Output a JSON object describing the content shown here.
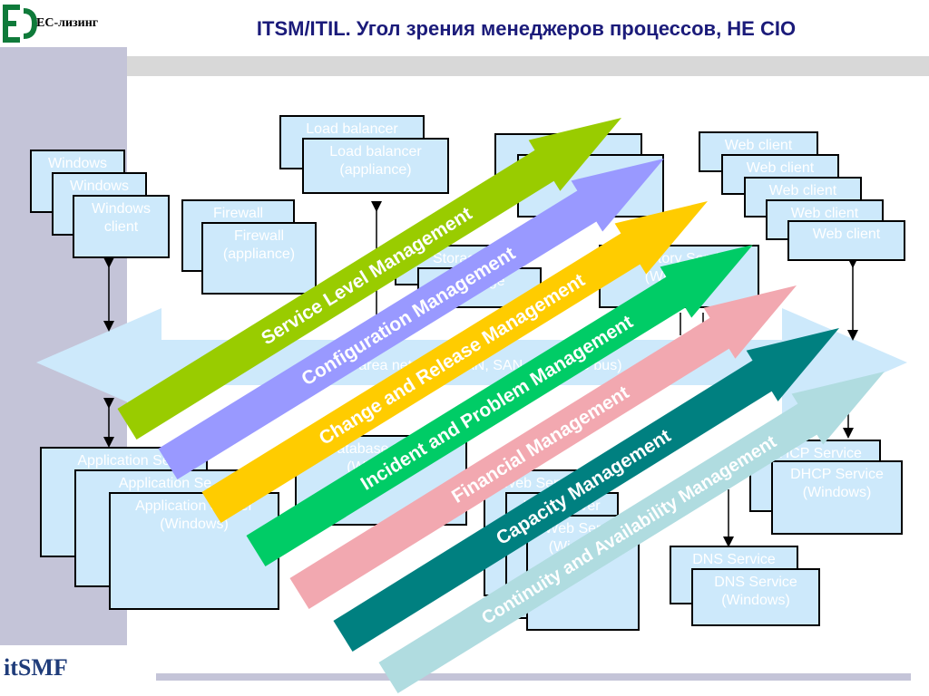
{
  "header": {
    "logo_text": "ЕС-лизинг",
    "title": "ITSM/ITIL. Угол зрения менеджеров процессов, НЕ CIO"
  },
  "footer": {
    "itsmf_logo": "itSMF"
  },
  "colors": {
    "node_fill": "#cde9fb",
    "network_band": "#cde9fb",
    "title_color": "#1b1b7a",
    "sidebar": "#c4c4d8",
    "logo_green": "#0f7a3a"
  },
  "network": {
    "label": "Wide area network (WAN, SAN, message bus)"
  },
  "nodes": {
    "windows_client": "Windows\nclient",
    "windows_short": "Windows",
    "load_balancer": "Load balancer\n(appliance)",
    "firewall": "Firewall\n(appliance)",
    "firewall_short": "Firewall",
    "application_server": "Application Server\n(Windows)",
    "application_short": "Application Se",
    "storage": "Storage",
    "directory_service": "Directory Service\n(Windows)",
    "web_client": "Web client",
    "database_server": "Database Server\n(Windows)",
    "web_server": "Web Server\n(Windows)",
    "dhcp_service": "DHCP Service\n(Windows)",
    "dns_service": "DNS Service\n(Windows)"
  },
  "processes": [
    {
      "label": "Service Level Management",
      "color": "#99cc00"
    },
    {
      "label": "Configuration Management",
      "color": "#9999ff"
    },
    {
      "label": "Change and Release Management",
      "color": "#ffcc00"
    },
    {
      "label": "Incident and Problem Management",
      "color": "#00cc66"
    },
    {
      "label": "Financial Management",
      "color": "#f2a8b0"
    },
    {
      "label": "Capacity Management",
      "color": "#008080"
    },
    {
      "label": "Continuity and Availability Management",
      "color": "#b0dce0"
    }
  ]
}
